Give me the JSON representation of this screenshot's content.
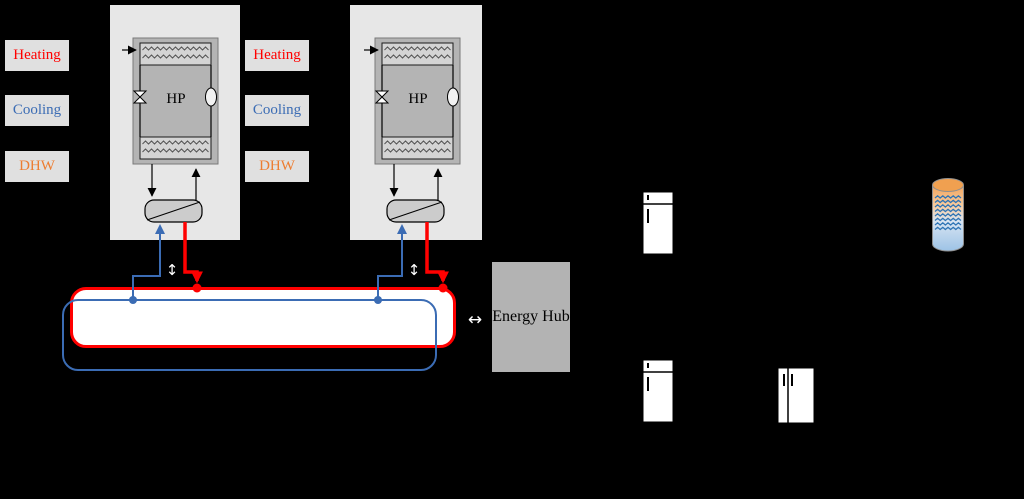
{
  "colors": {
    "heating_text": "#FF0000",
    "cooling_text": "#3B6CB4",
    "dhw_text": "#ED7D31",
    "warm_pipe": "#FF0000",
    "cold_pipe": "#3B6CB4",
    "building_panel": "#E7E7E7",
    "label_box": "#E0E0E0",
    "hub_box": "#B3B3B3",
    "tank_top": "#F0A050",
    "tank_bottom": "#9DC3E6"
  },
  "units": [
    {
      "hp_label": "HP",
      "legend": {
        "heating": "Heating",
        "cooling": "Cooling",
        "dhw": "DHW"
      }
    },
    {
      "hp_label": "HP",
      "legend": {
        "heating": "Heating",
        "cooling": "Cooling",
        "dhw": "DHW"
      }
    }
  ],
  "energy_hub": {
    "label": "Energy Hub"
  },
  "connectors": {
    "vertical_exchange_icon": "↕",
    "horizontal_exchange_icon": "↔"
  },
  "icons": {
    "appliance_top": "water-heater-icon",
    "appliance_bottom_left": "refrigerator-icon",
    "appliance_bottom_right": "double-door-refrigerator-icon",
    "storage_tank": "stratified-thermal-storage-tank-icon"
  }
}
